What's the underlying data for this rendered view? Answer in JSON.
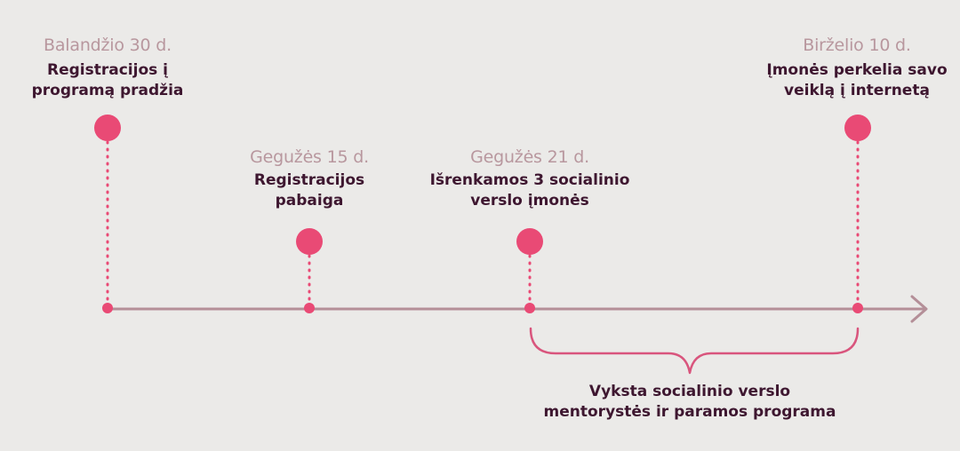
{
  "events": [
    {
      "date": "Balandžio 30 d.",
      "desc_line1": "Registracijos į",
      "desc_line2": "programą pradžia"
    },
    {
      "date": "Gegužės 15 d.",
      "desc_line1": "Registracijos",
      "desc_line2": "pabaiga"
    },
    {
      "date": "Gegužės 21 d.",
      "desc_line1": "Išrenkamos 3 socialinio",
      "desc_line2": "verslo įmonės"
    },
    {
      "date": "Birželio 10 d.",
      "desc_line1": "Įmonės perkelia savo",
      "desc_line2": "veiklą į internetą"
    }
  ],
  "bracket": {
    "line1": "Vyksta socialinio verslo",
    "line2": "mentorystės ir paramos programa"
  },
  "colors": {
    "accent": "#e94a75",
    "axis": "#b48f98",
    "bracket": "#d9557d",
    "date_text": "#b8979e",
    "desc_text": "#3e1730",
    "background": "#ebeae8"
  }
}
